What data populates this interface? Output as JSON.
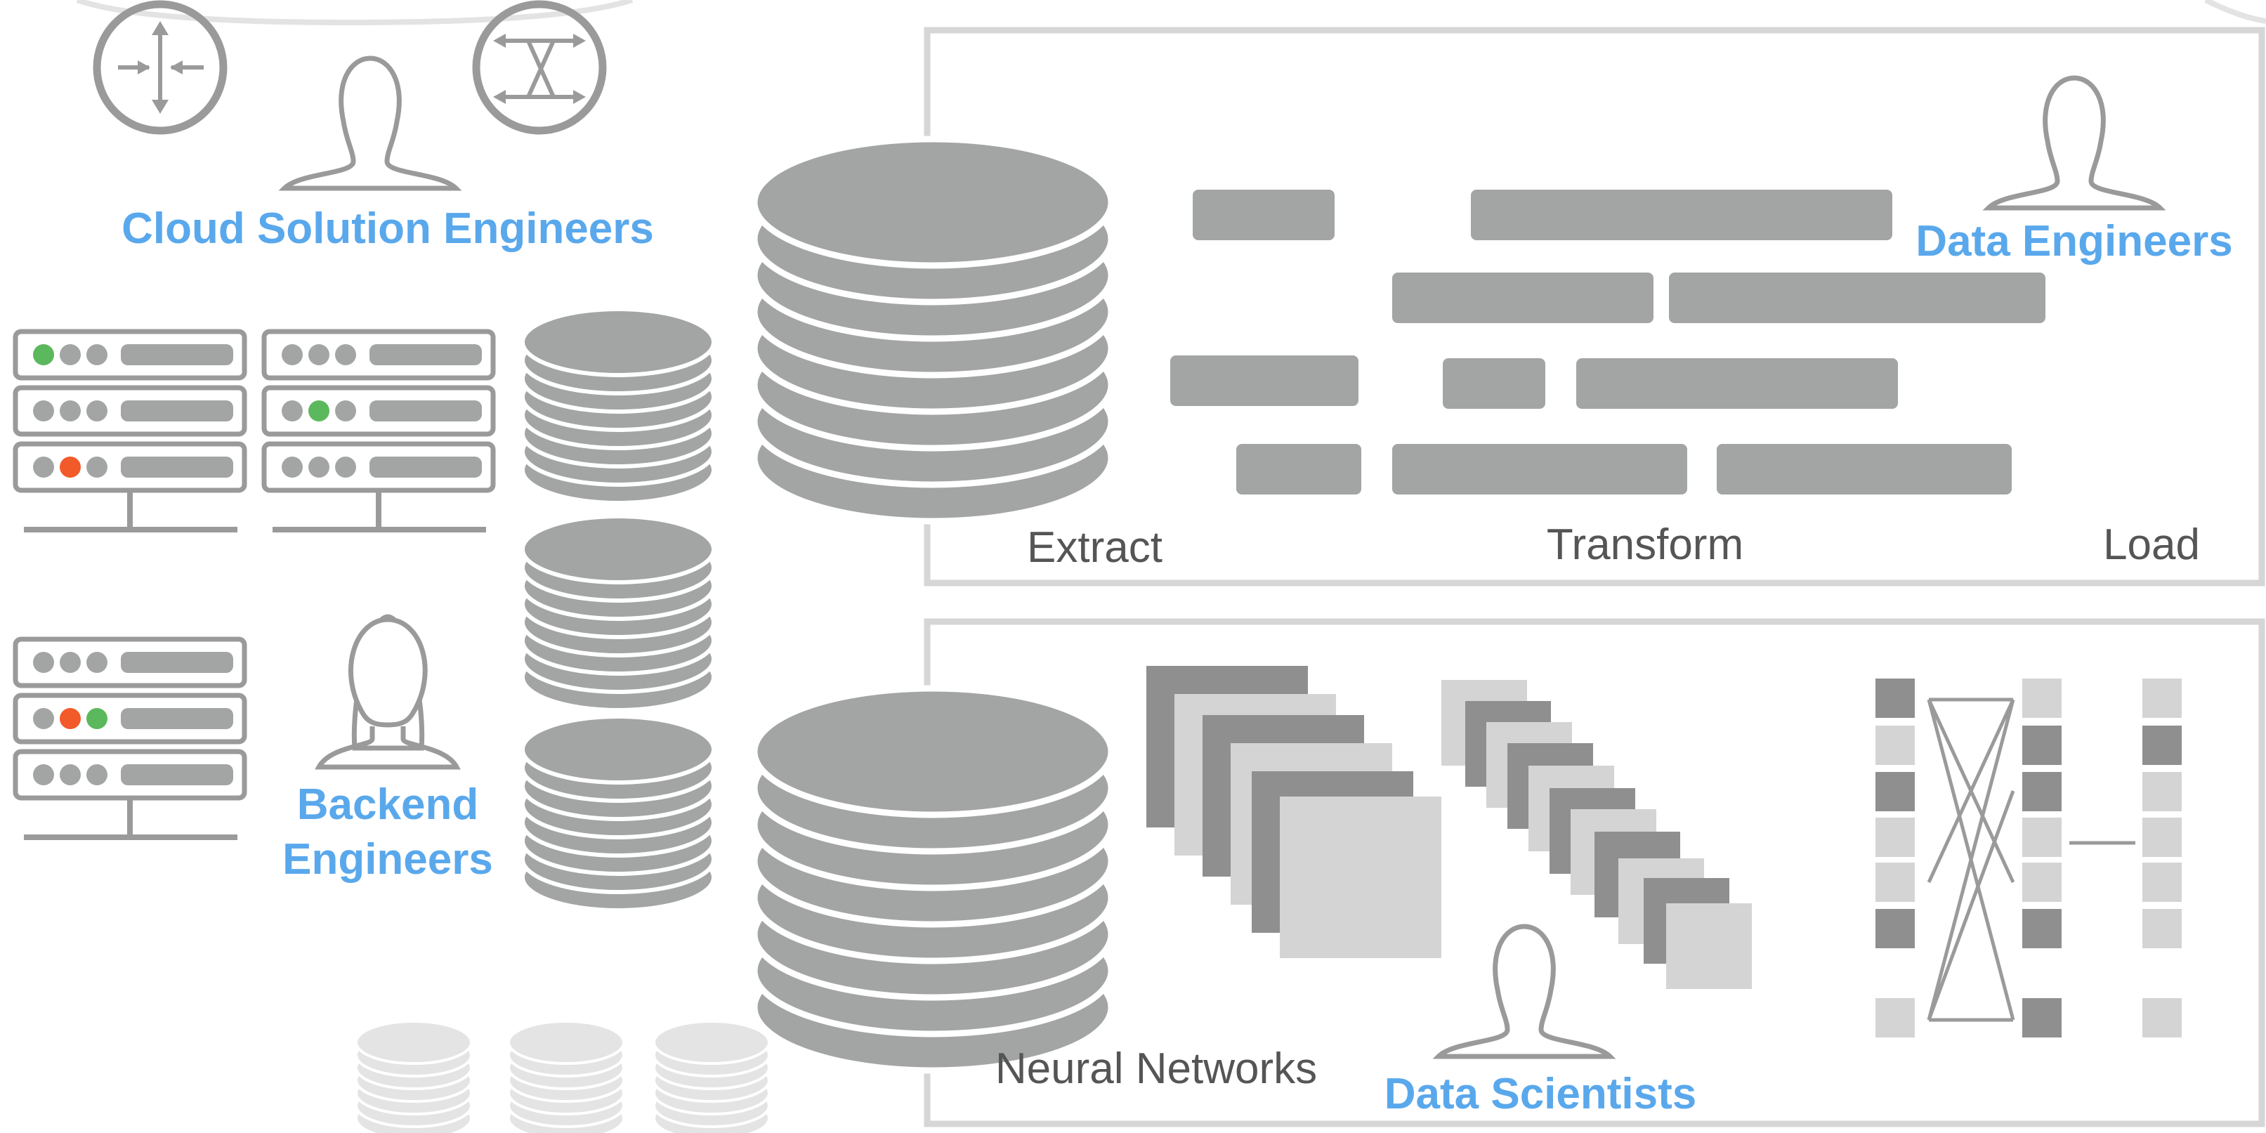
{
  "roles": {
    "cloud_solution_engineers": "Cloud Solution Engineers",
    "data_engineers": "Data Engineers",
    "backend_engineers_line1": "Backend",
    "backend_engineers_line2": "Engineers",
    "data_scientists": "Data Scientists"
  },
  "etl": {
    "extract": "Extract",
    "transform": "Transform",
    "load": "Load"
  },
  "ml": {
    "neural_networks": "Neural Networks"
  },
  "colors": {
    "role_text": "#5aa8ec",
    "stage_text": "#555555",
    "shape_fill": "#a3a5a4",
    "outline": "#9a9a9a",
    "panel_border": "#d6d6d6",
    "dark_square": "#8f8f8f",
    "light_square": "#d4d4d4",
    "faint_disk": "#e4e4e4",
    "led_green": "#5cb85c",
    "led_orange": "#f25a29"
  },
  "icons": {
    "router": "router-icon",
    "switch": "switch-icon",
    "person": "person-icon",
    "person_female": "person-female-icon",
    "server_rack": "server-rack-icon",
    "database": "database-icon"
  },
  "status_leds": {
    "rack1": [
      [
        "green",
        "grey",
        "grey"
      ],
      [
        "grey",
        "grey",
        "grey"
      ],
      [
        "grey",
        "orange",
        "grey"
      ]
    ],
    "rack2": [
      [
        "grey",
        "grey",
        "grey"
      ],
      [
        "grey",
        "green",
        "grey"
      ],
      [
        "grey",
        "grey",
        "grey"
      ]
    ],
    "rack3": [
      [
        "grey",
        "grey",
        "grey"
      ],
      [
        "grey",
        "orange",
        "green"
      ],
      [
        "grey",
        "grey",
        "grey"
      ]
    ]
  }
}
